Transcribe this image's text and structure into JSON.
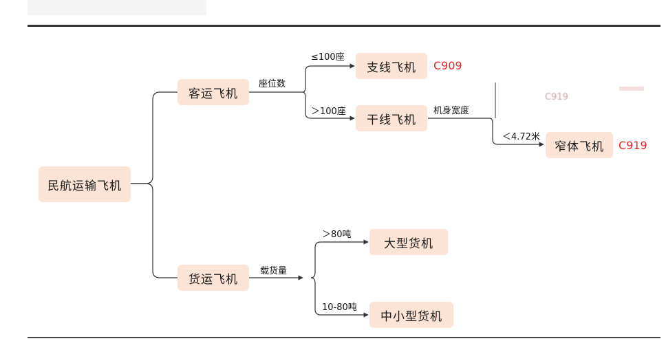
{
  "diagram": {
    "root": "民航运输飞机",
    "passenger": "客运飞机",
    "cargo": "货运飞机",
    "edge_seats": "座位数",
    "edge_le100": "≤100座",
    "edge_gt100": "＞100座",
    "regional": "支线飞机",
    "regional_model": "C909",
    "mainline": "干线飞机",
    "edge_fuselage": "机身宽度",
    "edge_lt472": "＜4.72米",
    "narrow": "窄体飞机",
    "narrow_model": "C919",
    "ghost_text": "C919",
    "edge_load": "载货量",
    "edge_gt80": "＞80吨",
    "large_cargo": "大型货机",
    "edge_10_80": "10-80吨",
    "small_cargo": "中小型货机"
  },
  "colors": {
    "node_fill": "#fbe3d6",
    "model_red": "#e3262a",
    "line": "#333333"
  }
}
